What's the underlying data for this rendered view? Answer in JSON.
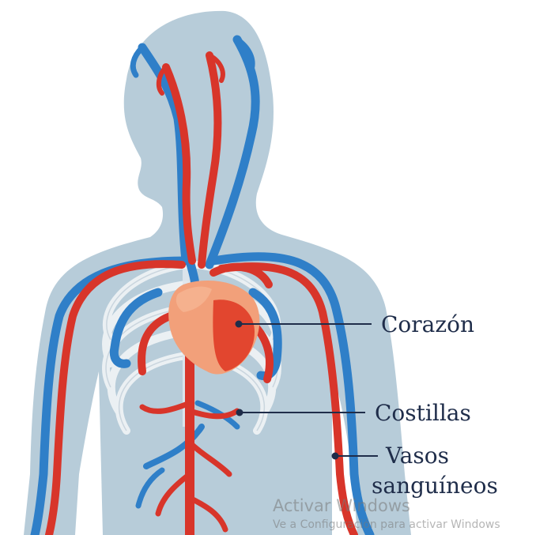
{
  "labels": {
    "heart": "Corazón",
    "ribs": "Costillas",
    "vessels_line1": "Vasos",
    "vessels_line2": "sanguíneos"
  },
  "watermark": {
    "title": "Activar Windows",
    "subtitle": "Ve a Configuración para activar Windows"
  },
  "colors": {
    "body": "#b7ccd9",
    "artery": "#d8352a",
    "vein": "#2f7fc8",
    "heart": "#f2a07a",
    "ribs": "#e9eef2",
    "label_text": "#1f2d4a"
  }
}
